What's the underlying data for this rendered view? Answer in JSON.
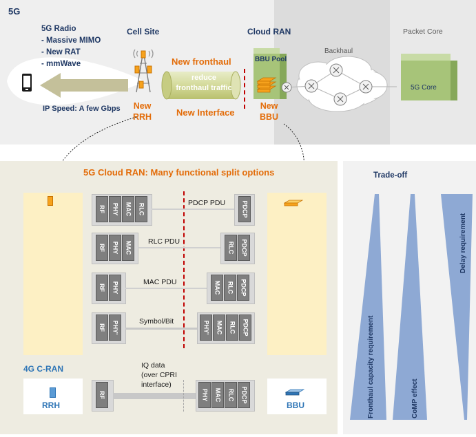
{
  "top": {
    "label_5g": "5G",
    "radio_features": {
      "title": "5G Radio",
      "items": [
        "- Massive MIMO",
        "- New RAT",
        "- mmWave"
      ]
    },
    "ip_speed": "IP Speed: A few Gbps",
    "cell_site": "Cell Site",
    "cloud_ran": "Cloud RAN",
    "packet_core": "Packet Core",
    "backhaul": "Backhaul",
    "new_fronthaul": "New fronthaul",
    "fronthaul_tube": "reduce\nfronthaul traffic",
    "new_interface": "New Interface",
    "new_rrh": "New\nRRH",
    "new_bbu": "New\nBBU",
    "bbu_pool": "BBU Pool",
    "core_5g": "5G Core"
  },
  "middle": {
    "title": "5G Cloud RAN: Many functional split options",
    "splits": [
      {
        "left": [
          "RF",
          "PHY",
          "MAC",
          "RLC"
        ],
        "label": "PDCP PDU",
        "right": [
          "PDCP"
        ]
      },
      {
        "left": [
          "RF",
          "PHY",
          "MAC"
        ],
        "label": "RLC PDU",
        "right": [
          "RLC",
          "PDCP"
        ]
      },
      {
        "left": [
          "RF",
          "PHY"
        ],
        "label": "MAC PDU",
        "right": [
          "MAC",
          "RLC",
          "PDCP"
        ]
      },
      {
        "left": [
          "RF",
          "PHY'"
        ],
        "label": "Symbol/Bit",
        "right": [
          "PHY'",
          "MAC",
          "RLC",
          "PDCP"
        ]
      }
    ],
    "c_ran": {
      "title": "4G C-RAN",
      "left": [
        "RF"
      ],
      "label": "IQ data\n(over CPRI\ninterface)",
      "right": [
        "PHY",
        "MAC",
        "RLC",
        "PDCP"
      ],
      "rrh": "RRH",
      "bbu": "BBU"
    }
  },
  "tradeoff": {
    "title": "Trade-off",
    "bars": [
      "Fronthaul capacity requirement",
      "CoMP effect",
      "Delay requirement"
    ]
  },
  "colors": {
    "navy": "#1f3864",
    "orange": "#e36c09",
    "blue": "#2e75b6",
    "panel_gray": "#ececec",
    "panel_dark": "#d9d9d9",
    "beige": "#eeece1",
    "cream": "#fdf0c4",
    "wedge": "#8ea9d4"
  }
}
